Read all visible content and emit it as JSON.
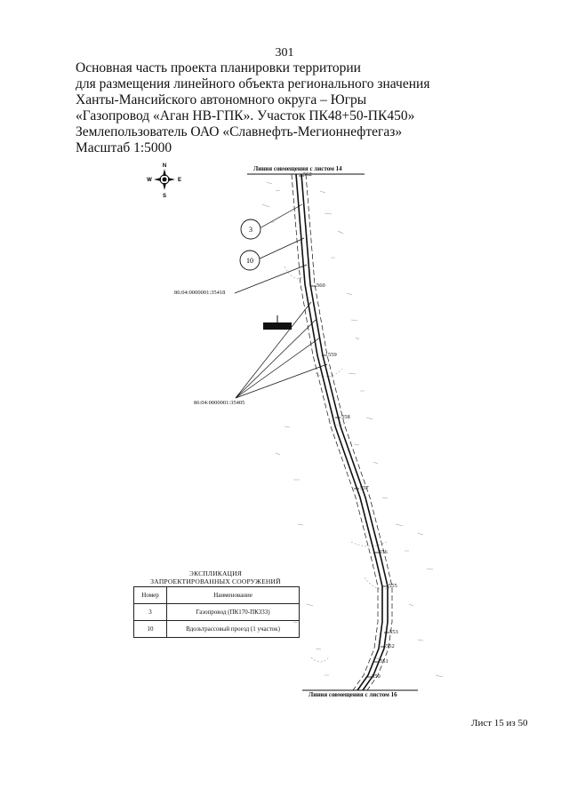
{
  "page_number": "301",
  "header_lines": [
    "Основная часть проекта планировки территории",
    "для размещения линейного объекта регионального значения",
    "Ханты-Мансийского автономного округа – Югры",
    "«Газопровод «Аган НВ-ГПК». Участок ПК48+50-ПК450»",
    "Землепользователь ОАО «Славнефть-Мегионнефтегаз»",
    "Масштаб 1:5000"
  ],
  "map": {
    "top_line_label": "Линия совмещения с листом 14",
    "bottom_line_label": "Линия совмещения с листом 16",
    "compass": {
      "n": "N",
      "s": "S",
      "w": "W",
      "e": "E"
    },
    "callouts": [
      "3",
      "10"
    ],
    "parcel_1": "86:04:0000001:35418",
    "parcel_2": "86:04:0000001:35405",
    "pickets": [
      "562",
      "560",
      "559",
      "558",
      "557",
      "556",
      "555",
      "553",
      "552",
      "551",
      "550"
    ]
  },
  "explication": {
    "title_line1": "ЭКСПЛИКАЦИЯ",
    "title_line2": "ЗАПРОЕКТИРОВАННЫХ СООРУЖЕНИЙ",
    "headers": [
      "Номер",
      "Наименование"
    ],
    "rows": [
      {
        "num": "3",
        "name": "Газопровод (ПК170-ПК333)"
      },
      {
        "num": "10",
        "name": "Вдольтрассовый проезд (1 участок)"
      }
    ]
  },
  "sheet_label": "Лист 15 из 50"
}
